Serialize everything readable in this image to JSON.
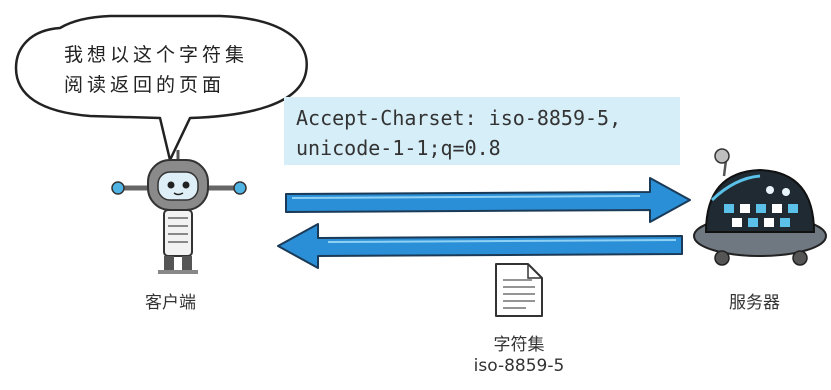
{
  "speech_bubble": {
    "line1": "我想以这个字符集",
    "line2": "阅读返回的页面"
  },
  "request_header": {
    "line1": "Accept-Charset: iso-8859-5,",
    "line2": "unicode-1-1;q=0.8"
  },
  "client": {
    "label": "客户端"
  },
  "server": {
    "label": "服务器"
  },
  "response_document": {
    "title": "字符集",
    "value": "iso-8859-5"
  },
  "colors": {
    "arrow": "#2a8fd6",
    "arrow_outline": "#1a3a57",
    "header_bg": "#d6eef8",
    "robot_gray": "#8a8a8a",
    "server_dark": "#1f2a33",
    "server_accent": "#5bc1e8"
  }
}
